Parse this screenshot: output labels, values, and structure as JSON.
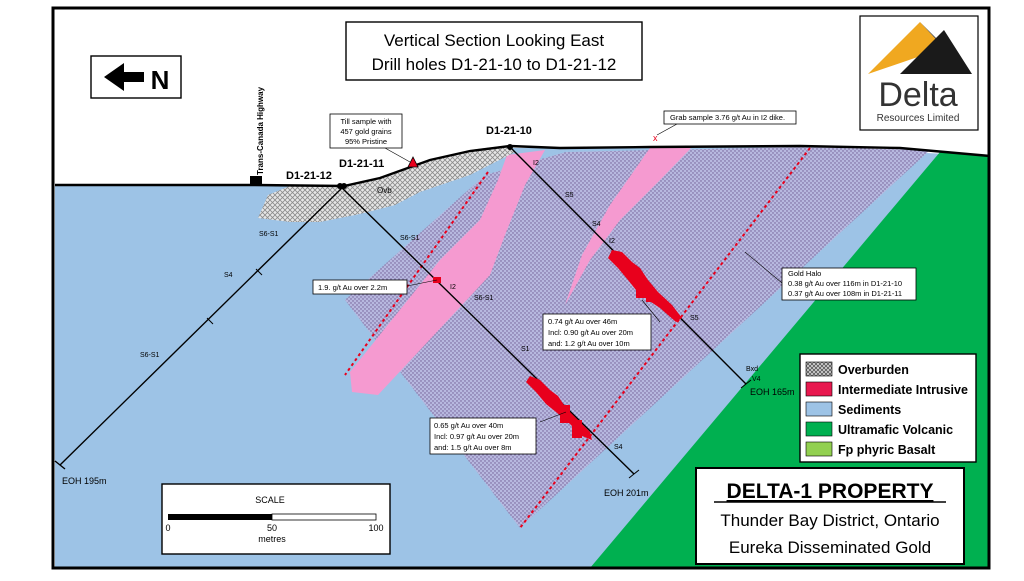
{
  "title": {
    "line1": "Vertical Section Looking East",
    "line2": "Drill holes D1-21-10 to D1-21-12"
  },
  "north_arrow": {
    "label": "N",
    "icon": "arrow-left-icon"
  },
  "logo": {
    "word": "Delta",
    "sub": "Resources Limited"
  },
  "highway_label": "Trans-Canada Highway",
  "drill_holes": {
    "h12": {
      "name": "D1-21-12",
      "eoh": "EOH 195m"
    },
    "h11": {
      "name": "D1-21-11",
      "eoh": "EOH 201m"
    },
    "h10": {
      "name": "D1-21-10",
      "eoh": "EOH 165m"
    }
  },
  "unit_labels": {
    "ovb": "Ovb",
    "h12_a": "S6-S1",
    "h12_b": "S4",
    "h12_c": "S6-S1",
    "h11_a": "S6-S1",
    "h11_b": "I2",
    "h11_c": "S6-S1",
    "h11_d": "S1",
    "h11_e": "S4",
    "h10_a": "I2",
    "h10_b": "S5",
    "h10_c": "S4",
    "h10_d": "I2",
    "h10_e": "S5",
    "h10_f": "Bxd",
    "h10_g": "V4"
  },
  "callouts": {
    "till": [
      "Till sample with",
      "457 gold grains",
      "95% Pristine"
    ],
    "grab": "Grab sample 3.76 g/t Au in I2 dike.",
    "h11_upper": "1.9. g/t Au over 2.2m",
    "h10_int": [
      "0.74 g/t Au over 46m",
      "Incl: 0.90 g/t Au over 20m",
      "and: 1.2 g/t Au over 10m"
    ],
    "h11_int": [
      "0.65 g/t Au over 40m",
      "Incl: 0.97 g/t Au over 20m",
      "and: 1.5 g/t Au over 8m"
    ],
    "halo": [
      "Gold Halo",
      "0.38 g/t Au over 116m in D1-21-10",
      "0.37 g/t Au over 108m in D1-21-11"
    ]
  },
  "legend": [
    {
      "label": "Overburden",
      "color": "#b0b0b0",
      "pattern": "dots"
    },
    {
      "label": "Intermediate Intrusive",
      "color": "#e8194f"
    },
    {
      "label": "Sediments",
      "color": "#9dc3e6"
    },
    {
      "label": "Ultramafic Volcanic",
      "color": "#00b050"
    },
    {
      "label": "Fp phyric Basalt",
      "color": "#92d050"
    }
  ],
  "scale_bar": {
    "title": "SCALE",
    "ticks": [
      "0",
      "50",
      "100"
    ],
    "unit": "metres"
  },
  "property": {
    "name": "DELTA-1 PROPERTY",
    "line1": "Thunder Bay District, Ontario",
    "line2": "Eureka Disseminated Gold"
  },
  "colors": {
    "sediments": "#9dc3e6",
    "ultramafic": "#00b050",
    "intrusive": "#f59ad0",
    "mineralization": "#e8001c",
    "halo_dots": "#9a7fb8",
    "overburden": "#d0d0d0",
    "gold_halo_line": "#e8001c"
  }
}
